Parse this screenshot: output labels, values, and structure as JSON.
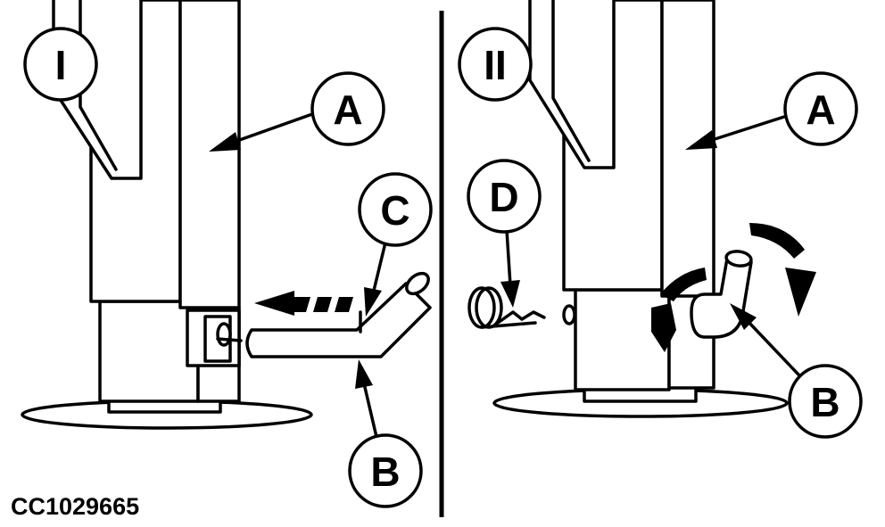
{
  "figure_code": "CC1029665",
  "panels": [
    {
      "label": "I",
      "callouts": [
        {
          "id": "A",
          "label": "A"
        },
        {
          "id": "B",
          "label": "B"
        },
        {
          "id": "C",
          "label": "C"
        }
      ]
    },
    {
      "label": "II",
      "callouts": [
        {
          "id": "A",
          "label": "A"
        },
        {
          "id": "B",
          "label": "B"
        },
        {
          "id": "D",
          "label": "D"
        }
      ]
    }
  ],
  "colors": {
    "line": "#000000",
    "background": "#ffffff"
  }
}
